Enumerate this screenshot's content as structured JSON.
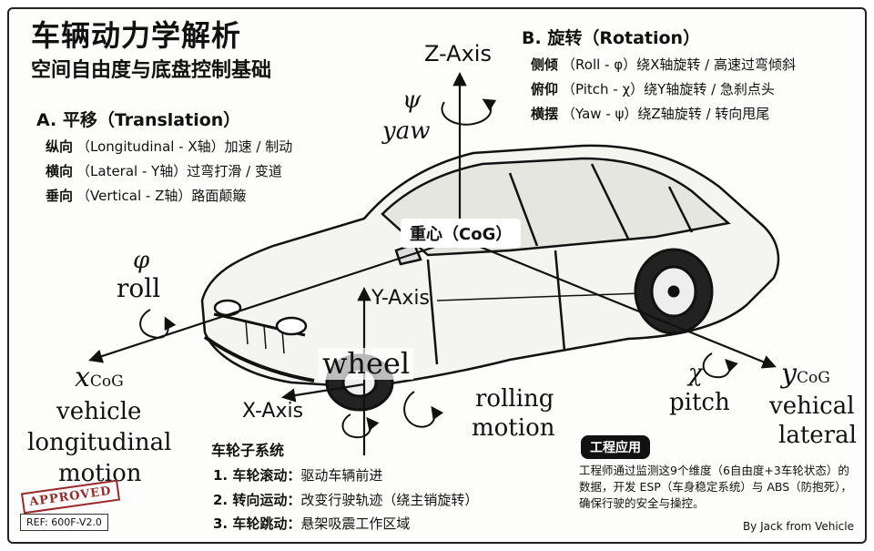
{
  "title": "车辆动力学解析",
  "subtitle": "空间自由度与底盘控制基础",
  "translation": {
    "heading": "A. 平移（Translation）",
    "rows": [
      {
        "term": "纵向",
        "desc": "（Longitudinal - X轴）加速 / 制动"
      },
      {
        "term": "横向",
        "desc": "（Lateral - Y轴）过弯打滑 / 变道"
      },
      {
        "term": "垂向",
        "desc": "（Vertical - Z轴）路面颠簸"
      }
    ]
  },
  "rotation": {
    "heading": "B. 旋转（Rotation）",
    "rows": [
      {
        "term": "侧倾",
        "desc": "（Roll - φ）绕X轴旋转 / 高速过弯倾斜"
      },
      {
        "term": "俯仰",
        "desc": "（Pitch - χ）绕Y轴旋转 / 急刹点头"
      },
      {
        "term": "横摆",
        "desc": "（Yaw - ψ）绕Z轴旋转 / 转向甩尾"
      }
    ]
  },
  "axes": {
    "z_axis": "Z-Axis",
    "psi": "ψ",
    "yaw": "yaw",
    "phi": "φ",
    "roll": "roll",
    "cog": "重心（CoG）",
    "x_cog_main": "x",
    "x_cog_sub": "CoG",
    "x_desc_1": "vehicle",
    "x_desc_2": "longitudinal",
    "x_desc_3": "motion",
    "y_cog_main": "y",
    "y_cog_sub": "CoG",
    "y_desc_1": "vehical",
    "y_desc_2": "lateral",
    "chi": "χ",
    "pitch": "pitch",
    "wheel_y_axis": "Y-Axis",
    "wheel_x_axis": "X-Axis",
    "wheel": "wheel",
    "rolling_1": "rolling",
    "rolling_2": "motion"
  },
  "wheel_system": {
    "heading": "车轮子系统",
    "rows": [
      {
        "term": "1. 车轮滚动：",
        "desc": "驱动车辆前进"
      },
      {
        "term": "2. 转向运动：",
        "desc": "改变行驶轨迹（绕主销旋转）"
      },
      {
        "term": "3. 车轮跳动：",
        "desc": "悬架吸震工作区域"
      }
    ]
  },
  "engineering": {
    "badge": "工程应用",
    "text": "工程师通过监测这9个维度（6自由度+3车轮状态）的数据，开发 ESP（车身稳定系统）与 ABS（防抱死），确保行驶的安全与操控。"
  },
  "stamp": "APPROVED",
  "ref": "REF: 600F-V2.0",
  "byline": "By Jack from Vehicle",
  "colors": {
    "stamp": "#9a2a2a",
    "ink": "#111111",
    "paper": "#fdfdfb"
  }
}
